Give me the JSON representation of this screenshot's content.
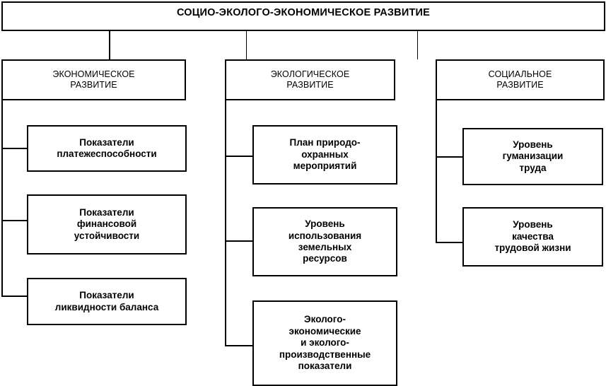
{
  "diagram": {
    "type": "hierarchy-tree",
    "title": "СОЦИО-ЭКОЛОГО-ЭКОНОМИЧЕСКОЕ РАЗВИТИЕ",
    "colors": {
      "background": "#ffffff",
      "stroke": "#000000",
      "text": "#000000"
    },
    "branches": [
      {
        "id": "economic",
        "label": "ЭКОНОМИЧЕСКОЕ\nРАЗВИТИЕ",
        "children": [
          {
            "id": "solvency",
            "label": "Показатели\nплатежеспособности"
          },
          {
            "id": "financial-stability",
            "label": "Показатели\nфинансовой\nустойчивости"
          },
          {
            "id": "balance-liquidity",
            "label": "Показатели\nликвидности баланса"
          }
        ]
      },
      {
        "id": "ecological",
        "label": "ЭКОЛОГИЧЕСКОЕ\nРАЗВИТИЕ",
        "children": [
          {
            "id": "nature-protection-plan",
            "label": "План природо-\nохранных\nмероприятий"
          },
          {
            "id": "land-resources-usage",
            "label": "Уровень\nиспользования\nземельных\nресурсов"
          },
          {
            "id": "eco-economic-indicators",
            "label": "Эколого-\nэкономические\nи эколого-\nпроизводственные\nпоказатели"
          }
        ]
      },
      {
        "id": "social",
        "label": "СОЦИАЛЬНОЕ\nРАЗВИТИЕ",
        "children": [
          {
            "id": "labour-humanization-level",
            "label": "Уровень\nгуманизации\nтруда"
          },
          {
            "id": "work-life-quality-level",
            "label": "Уровень\nкачества\nтрудовой жизни"
          }
        ]
      }
    ]
  }
}
